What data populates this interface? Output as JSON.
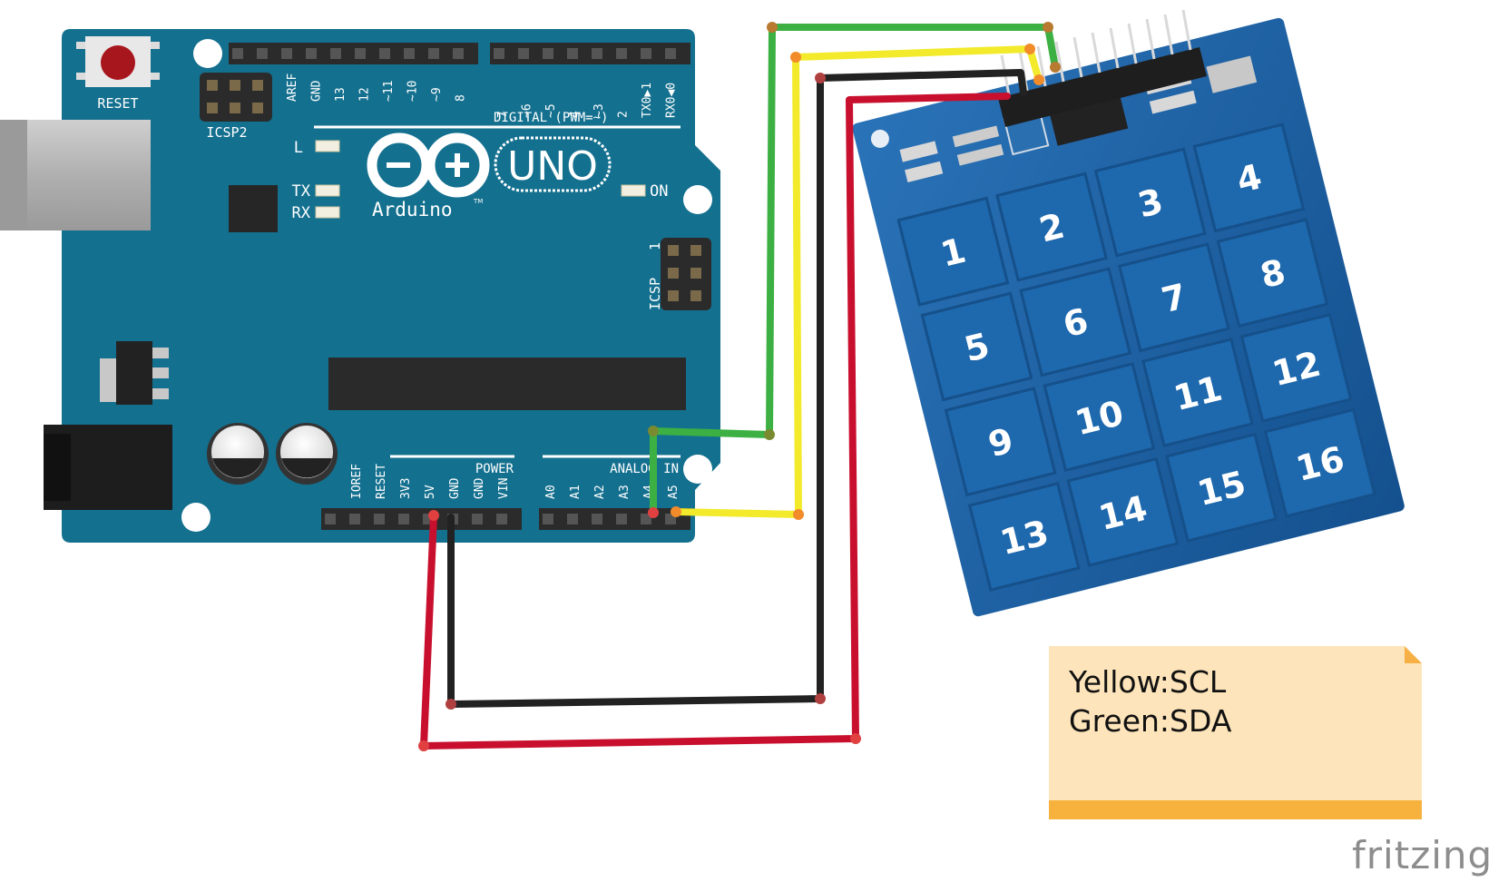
{
  "arduino": {
    "reset_label": "RESET",
    "icsp2_label": "ICSP2",
    "icsp_label": "ICSP",
    "icsp_pin1": "1",
    "digital_label": "DIGITAL (PWM=~)",
    "digital_pins_left": [
      "AREF",
      "GND",
      "13",
      "12",
      "~11",
      "~10",
      "~9",
      "8"
    ],
    "digital_pins_right": [
      "7",
      "~6",
      "~5",
      "4",
      "~3",
      "2",
      "TX0▶1",
      "RX0◀0"
    ],
    "led_l": "L",
    "led_tx": "TX",
    "led_rx": "RX",
    "led_on": "ON",
    "logo_text": "Arduino",
    "logo_tm": "TM",
    "uno_text": "UNO",
    "power_label": "POWER",
    "power_pins": [
      "IOREF",
      "RESET",
      "3V3",
      "5V",
      "GND",
      "GND",
      "VIN"
    ],
    "analog_label": "ANALOG IN",
    "analog_pins": [
      "A0",
      "A1",
      "A2",
      "A3",
      "A4",
      "A5"
    ]
  },
  "keypad": {
    "keys": [
      "1",
      "2",
      "3",
      "4",
      "5",
      "6",
      "7",
      "8",
      "9",
      "10",
      "11",
      "12",
      "13",
      "14",
      "15",
      "16"
    ]
  },
  "wires": [
    {
      "name": "green-wire",
      "color": "#3cb043"
    },
    {
      "name": "yellow-wire",
      "color": "#f2ea2a"
    },
    {
      "name": "black-wire",
      "color": "#222222"
    },
    {
      "name": "red-wire",
      "color": "#c8102e"
    }
  ],
  "colors": {
    "board": "#14708f",
    "board_text": "#ffffff",
    "note_bg": "#fde4ba",
    "note_bar": "#f7b23e",
    "keypad": "#1a63a8"
  },
  "note": {
    "line1": "Yellow:SCL",
    "line2": "Green:SDA"
  },
  "watermark": "fritzing"
}
